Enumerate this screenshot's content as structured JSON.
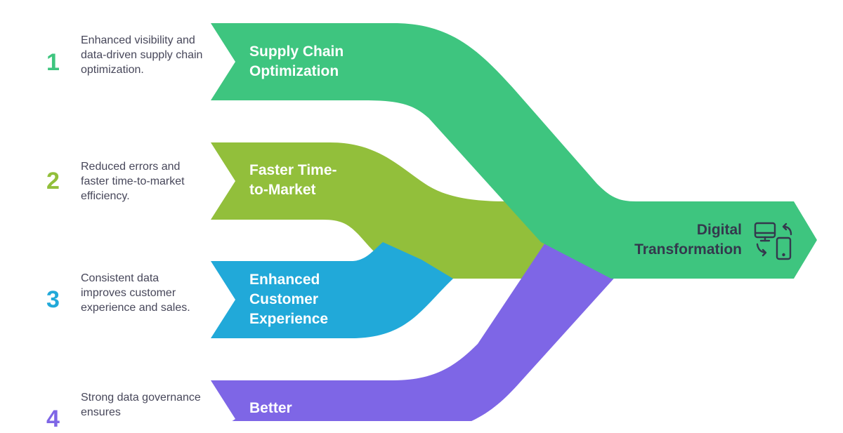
{
  "colors": {
    "green": "#3ec57f",
    "olive": "#92bf3b",
    "blue": "#21a9d9",
    "purple": "#7e66e6",
    "text": "#47475a"
  },
  "items": [
    {
      "number": "1",
      "title": "Supply Chain Optimization",
      "description": "Enhanced visibility and data-driven supply chain optimization."
    },
    {
      "number": "2",
      "title": "Faster Time-to-Market",
      "description": "Reduced errors and faster time-to-market efficiency."
    },
    {
      "number": "3",
      "title": "Enhanced Customer Experience",
      "description": "Consistent data improves customer experience and sales."
    },
    {
      "number": "4",
      "title": "Better",
      "description": "Strong data governance ensures"
    }
  ],
  "outcome": {
    "title": "Digital Transformation",
    "icon": "devices-sync-icon"
  }
}
